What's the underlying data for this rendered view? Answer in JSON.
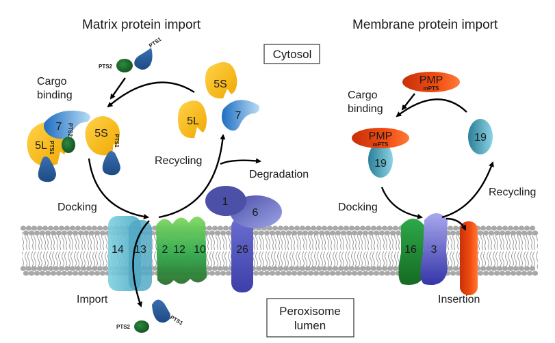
{
  "titles": {
    "matrix": "Matrix protein import",
    "membrane": "Membrane protein import"
  },
  "compartments": {
    "cytosol": "Cytosol",
    "lumen_line1": "Peroxisome",
    "lumen_line2": "lumen"
  },
  "matrix_steps": {
    "cargo_binding_line1": "Cargo",
    "cargo_binding_line2": "binding",
    "docking": "Docking",
    "recycling": "Recycling",
    "degradation": "Degradation",
    "import": "Import"
  },
  "membrane_steps": {
    "cargo_binding_line1": "Cargo",
    "cargo_binding_line2": "binding",
    "docking": "Docking",
    "recycling": "Recycling",
    "insertion": "Insertion"
  },
  "signals": {
    "pts1": "PTS1",
    "pts2": "PTS2",
    "mpts": "mPTS"
  },
  "proteins": {
    "pex5s": "5S",
    "pex5l": "5L",
    "pex7": "7",
    "pex14": "14",
    "pex13": "13",
    "pex2": "2",
    "pex12": "12",
    "pex10": "10",
    "pex1": "1",
    "pex6": "6",
    "pex26": "26",
    "pmp": "PMP",
    "pex19": "19",
    "pex16": "16",
    "pex3": "3"
  },
  "colors": {
    "pex5": "#f5b800",
    "pex7": "#2f7fcf",
    "pts2_cargo": "#1f6b2e",
    "pts1_cargo": "#2a5a96",
    "docking": "#5bb5cc",
    "ring": "#3aa34a",
    "aaa": "#5b5fb8",
    "pmp": "#e8440e",
    "pex19": "#3a8fa8",
    "pex16": "#1f8a35",
    "pex3": "#5a5ac8",
    "lipid_head": "#a6a6a6"
  }
}
